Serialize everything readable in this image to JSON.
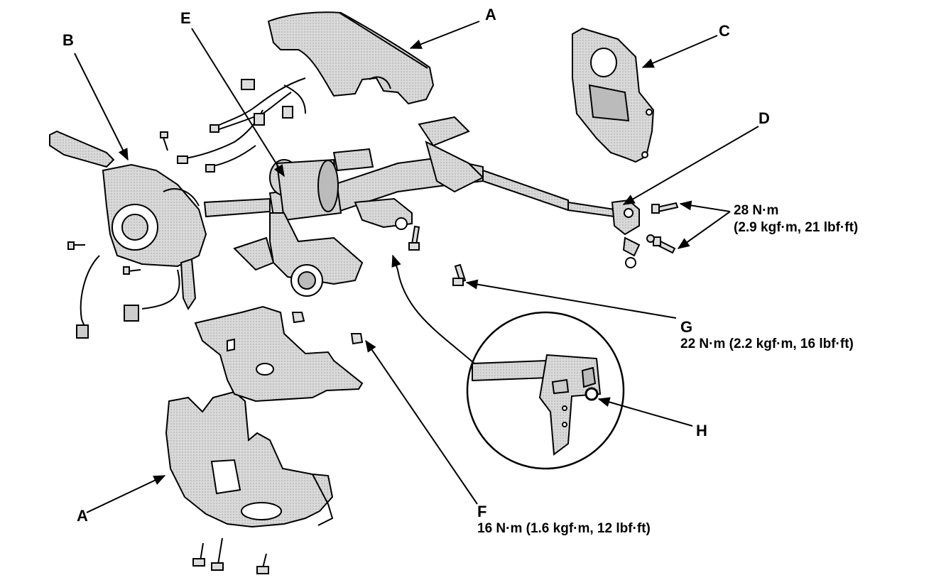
{
  "callouts": {
    "A_top": "A",
    "A_bottom": "A",
    "B": "B",
    "C": "C",
    "D": "D",
    "E": "E",
    "F": "F",
    "G": "G",
    "H": "H"
  },
  "torques": {
    "D_line1": "28 N·m",
    "D_line2": "(2.9 kgf·m, 21 lbf·ft)",
    "G": "22 N·m (2.2 kgf·m, 16 lbf·ft)",
    "F": "16 N·m (1.6 kgf·m, 12 lbf·ft)"
  },
  "colors": {
    "ink": "#000000",
    "shade": "#c8c8c8",
    "shade_dark": "#9a9a9a",
    "background": "#ffffff"
  }
}
